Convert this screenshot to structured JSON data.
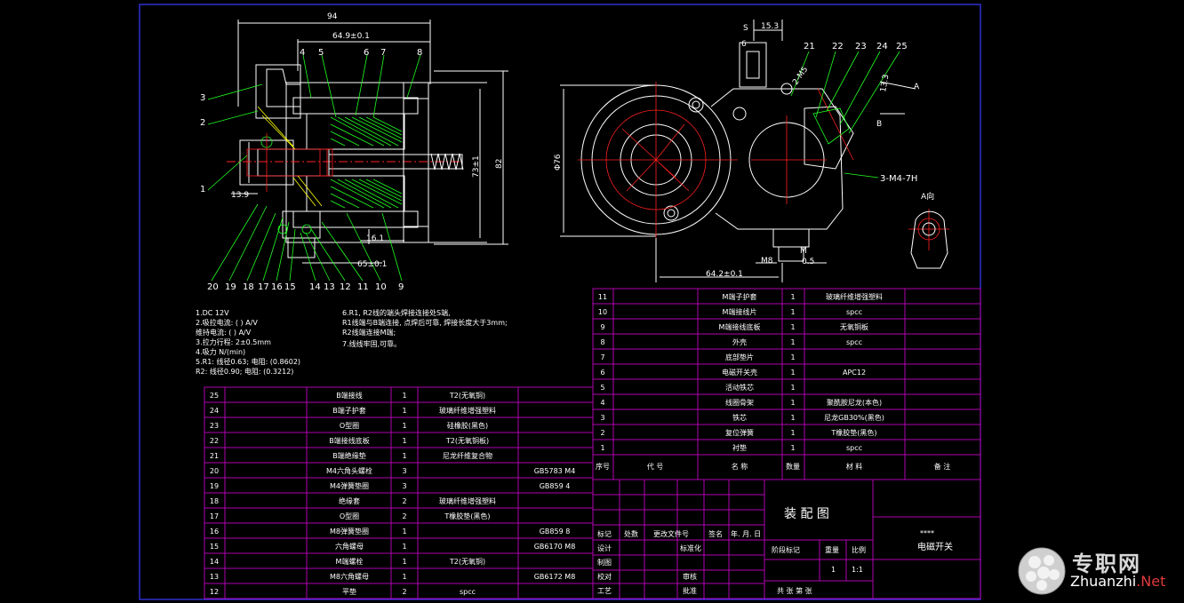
{
  "dims_left": {
    "d94": "94",
    "d649": "64.9±0.1",
    "d139": "13.9",
    "d161": "16.1",
    "d65": "65±0.1",
    "d7345": "73±1",
    "d82": "82"
  },
  "callouts_left_top": [
    "3",
    "2",
    "1",
    "4",
    "5",
    "6",
    "7",
    "8"
  ],
  "callouts_left_bottom": [
    "20",
    "19",
    "18",
    "17",
    "16",
    "15",
    "14",
    "13",
    "12",
    "11",
    "10",
    "9"
  ],
  "dims_right": {
    "s": "S",
    "d153": "15.3",
    "d6": "6",
    "d2m5": "2-M5",
    "d133": "13.3",
    "a": "A",
    "b": "B",
    "d3m4": "3-M4-7H",
    "d76": "Φ76",
    "m8": "M8",
    "m": "M",
    "d05": "0.5",
    "d642": "64.2±0.1",
    "view_a": "A向"
  },
  "callouts_right": [
    "21",
    "22",
    "23",
    "24",
    "25"
  ],
  "notes_left": [
    "1.DC  12V",
    "2.吸拉电流: (        ) A/V",
    "  维持电流: (        ) A/V",
    "3.拉力行程: 2±0.5mm",
    "4.吸力  N/(min)",
    "5.R1: 线径0.63; 电阻: (0.8602)",
    "  R2: 线径0.90; 电阻: (0.3212)"
  ],
  "notes_right": [
    "6.R1, R2线的端头焊接连接处S端,",
    "  R1线端与B端连接, 点焊后可靠, 焊接长度大于3mm;",
    "  R2线端连接M端;",
    "7.线线牢固,可靠。"
  ],
  "parts_right": [
    {
      "no": "11",
      "name": "M端子护套",
      "qty": "1",
      "mat": "玻璃纤维增强塑料"
    },
    {
      "no": "10",
      "name": "M端接线片",
      "qty": "1",
      "mat": "spcc"
    },
    {
      "no": "9",
      "name": "M端接线底板",
      "qty": "1",
      "mat": "无氧铜板"
    },
    {
      "no": "8",
      "name": "外壳",
      "qty": "1",
      "mat": "spcc"
    },
    {
      "no": "7",
      "name": "底部垫片",
      "qty": "1",
      "mat": ""
    },
    {
      "no": "6",
      "name": "电磁开关壳",
      "qty": "1",
      "mat": "APC12"
    },
    {
      "no": "5",
      "name": "活动铁芯",
      "qty": "1",
      "mat": ""
    },
    {
      "no": "4",
      "name": "线圈骨架",
      "qty": "1",
      "mat": "聚酰胺尼龙(本色)"
    },
    {
      "no": "3",
      "name": "铁芯",
      "qty": "1",
      "mat": "尼龙GB30%(黑色)"
    },
    {
      "no": "2",
      "name": "复位弹簧",
      "qty": "1",
      "mat": "T橡胶垫(黑色)"
    },
    {
      "no": "1",
      "name": "衬垫",
      "qty": "1",
      "mat": "spcc"
    }
  ],
  "parts_right_header": {
    "no": "序号",
    "code": "代  号",
    "name": "名  称",
    "qty": "数量",
    "mat": "材  料",
    "note": "备  注"
  },
  "parts_left": [
    {
      "no": "25",
      "name": "B端接线",
      "qty": "1",
      "mat": "T2(无氧铜)",
      "std": ""
    },
    {
      "no": "24",
      "name": "B端子护套",
      "qty": "1",
      "mat": "玻璃纤维增强塑料",
      "std": ""
    },
    {
      "no": "23",
      "name": "O型圈",
      "qty": "1",
      "mat": "硅橡胶(黑色)",
      "std": ""
    },
    {
      "no": "22",
      "name": "B端接线底板",
      "qty": "1",
      "mat": "T2(无氧铜板)",
      "std": ""
    },
    {
      "no": "21",
      "name": "B端绝缘垫",
      "qty": "1",
      "mat": "尼龙纤维复合物",
      "std": ""
    },
    {
      "no": "20",
      "name": "M4六角头螺栓",
      "qty": "3",
      "mat": "",
      "std": "GB5783 M4"
    },
    {
      "no": "19",
      "name": "M4弹簧垫圈",
      "qty": "3",
      "mat": "",
      "std": "GB859  4"
    },
    {
      "no": "18",
      "name": "绝缘套",
      "qty": "2",
      "mat": "玻璃纤维增强塑料",
      "std": ""
    },
    {
      "no": "17",
      "name": "O型圈",
      "qty": "2",
      "mat": "T橡胶垫(黑色)",
      "std": ""
    },
    {
      "no": "16",
      "name": "M8弹簧垫圈",
      "qty": "1",
      "mat": "",
      "std": "GB859  8"
    },
    {
      "no": "15",
      "name": "六角螺母",
      "qty": "1",
      "mat": "",
      "std": "GB6170 M8"
    },
    {
      "no": "14",
      "name": "M端螺栓",
      "qty": "1",
      "mat": "T2(无氧铜)",
      "std": ""
    },
    {
      "no": "13",
      "name": "M8六角螺母",
      "qty": "1",
      "mat": "",
      "std": "GB6172 M8"
    },
    {
      "no": "12",
      "name": "平垫",
      "qty": "2",
      "mat": "spcc",
      "std": ""
    }
  ],
  "title_block": {
    "drawing_title": "装 配 图",
    "product_code": "****",
    "product_name": "电磁开关",
    "stage": "阶段标记",
    "weight": "重量",
    "scale": "比例",
    "qty1": "1",
    "scale_val": "1:1",
    "sheets": "共    张    第    张",
    "rows": [
      "标记",
      "设计",
      "制图",
      "校对",
      "工艺"
    ],
    "cols": [
      "处数",
      "更改文件号",
      "签名",
      "年. 月. 日"
    ],
    "std": "标准化",
    "review": "审核",
    "approve": "批准"
  },
  "watermark": {
    "cn": "专职网",
    "en_main": "Zhuanzhi",
    "en_tld": ".Net"
  },
  "colors": {
    "bg": "#000000",
    "frame": "#3b3bff",
    "table": "#b000b0",
    "line": "#ffffff",
    "red": "#ff2020",
    "green": "#20ff20",
    "yellow": "#ffff00",
    "cyan": "#00ffff"
  }
}
